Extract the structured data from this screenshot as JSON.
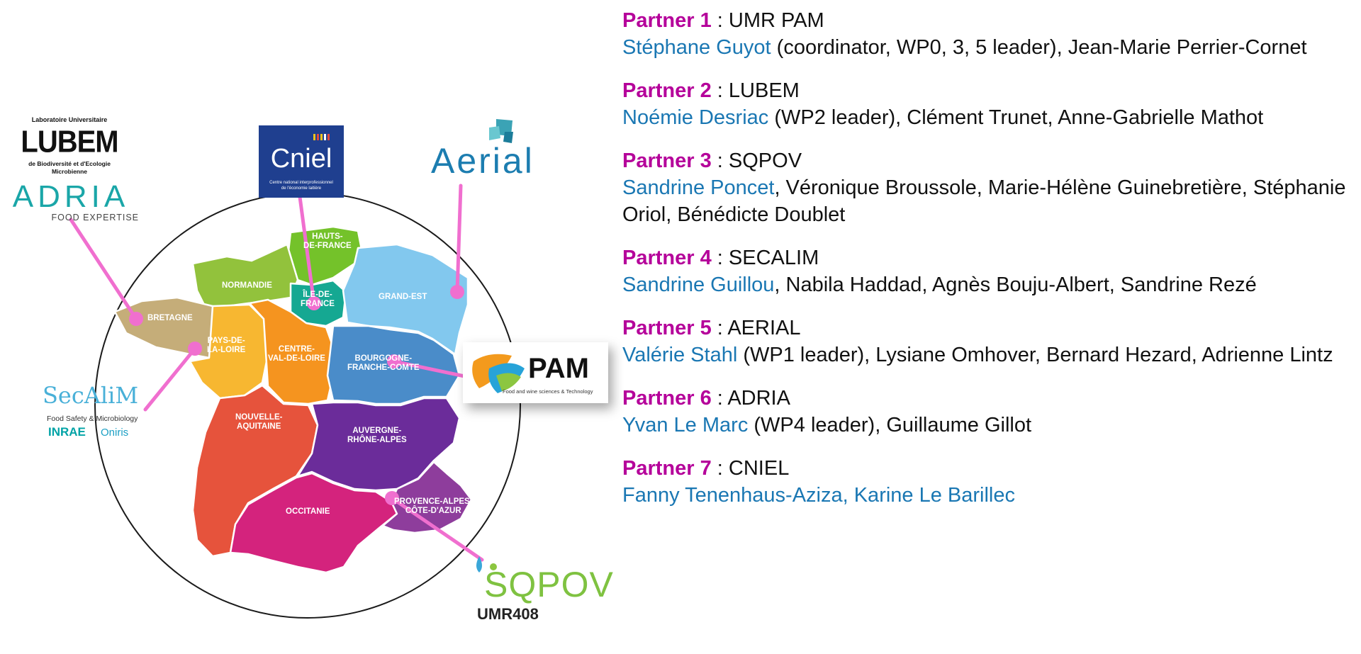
{
  "colors": {
    "partner_label": "#b5009a",
    "lead_name": "#1a77b3",
    "connector": "#f06fcf"
  },
  "map": {
    "regions": [
      {
        "id": "hauts-de-france",
        "label": "HAUTS-DE-FRANCE",
        "color": "#74c22a"
      },
      {
        "id": "normandie",
        "label": "NORMANDIE",
        "color": "#92c23c"
      },
      {
        "id": "ile-de-france",
        "label": "ÎLE-DE-FRANCE",
        "color": "#15a892"
      },
      {
        "id": "grand-est",
        "label": "GRAND-EST",
        "color": "#82c8ee"
      },
      {
        "id": "bretagne",
        "label": "BRETAGNE",
        "color": "#c5ad79"
      },
      {
        "id": "pays-de-la-loire",
        "label": "PAYS-DE-LA-LOIRE",
        "color": "#f7b731"
      },
      {
        "id": "centre-val-de-loire",
        "label": "CENTRE-VAL-DE-LOIRE",
        "color": "#f5941f"
      },
      {
        "id": "bourgogne-franche-comte",
        "label": "BOURGOGNE-FRANCHE-COMTE",
        "color": "#4a8cc9"
      },
      {
        "id": "nouvelle-aquitaine",
        "label": "NOUVELLE-AQUITAINE",
        "color": "#e6533c"
      },
      {
        "id": "auvergne-rhone-alpes",
        "label": "AUVERGNE-RHÔNE-ALPES",
        "color": "#6b2c9a"
      },
      {
        "id": "occitanie",
        "label": "OCCITANIE",
        "color": "#d4237d"
      },
      {
        "id": "provence-alpes-cote-dazur",
        "label": "PROVENCE-ALPES-CÔTE-D'AZUR",
        "color": "#8e3d9c"
      }
    ]
  },
  "logos": {
    "lubem": {
      "arc": "Laboratoire Universitaire",
      "name": "LUBEM",
      "sub1": "de Biodiversité et d'Ecologie",
      "sub2": "Microbienne"
    },
    "adria": {
      "name": "ADRIA",
      "sub": "FOOD EXPERTISE"
    },
    "cniel": {
      "name": "Cniel",
      "sub1": "Centre national interprofessionnel",
      "sub2": "de l'économie laitière"
    },
    "aerial": {
      "name": "Aerial"
    },
    "pam": {
      "name": "PAM",
      "sub": "Food and wine sciences & Technology"
    },
    "secalim": {
      "name": "SecAliM",
      "sub": "Food Safety & Microbiology",
      "inrae": "INRAE",
      "oniris": "Oniris"
    },
    "sqpov": {
      "name": "SQPOV",
      "sub": "UMR408"
    }
  },
  "partners": [
    {
      "label": "Partner 1",
      "org": "UMR PAM",
      "lead": "Stéphane Guyot",
      "rest": " (coordinator, WP0, 3, 5 leader), Jean-Marie Perrier-Cornet"
    },
    {
      "label": "Partner 2",
      "org": "LUBEM",
      "lead": "Noémie Desriac",
      "rest": " (WP2 leader), Clément Trunet, Anne-Gabrielle Mathot"
    },
    {
      "label": "Partner 3",
      "org": "SQPOV",
      "lead": "Sandrine Poncet",
      "rest": ", Véronique Broussole, Marie-Hélène Guinebretière, Stéphanie Oriol, Bénédicte Doublet"
    },
    {
      "label": "Partner 4",
      "org": "SECALIM",
      "lead": "Sandrine Guillou",
      "rest": ", Nabila Haddad, Agnès Bouju-Albert, Sandrine Rezé"
    },
    {
      "label": "Partner 5",
      "org": "AERIAL",
      "lead": "Valérie Stahl",
      "rest": " (WP1 leader), Lysiane Omhover, Bernard Hezard, Adrienne Lintz"
    },
    {
      "label": "Partner 6",
      "org": "ADRIA",
      "lead": "Yvan Le Marc",
      "rest": " (WP4 leader), Guillaume Gillot"
    },
    {
      "label": "Partner 7",
      "org": "CNIEL",
      "lead": "Fanny Tenenhaus-Aziza, Karine Le Barillec",
      "rest": ""
    }
  ]
}
